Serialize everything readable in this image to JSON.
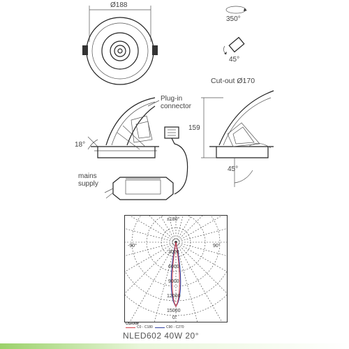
{
  "dimensions": {
    "diameter": "Ø188",
    "rotation": "350°",
    "tilt": "45°",
    "cutout": "Cut-out Ø170",
    "height": "159",
    "side_angle": "18°",
    "bottom_angle": "45°"
  },
  "callouts": {
    "plugin_line1": "Plug-in",
    "plugin_line2": "connector",
    "mains_line1": "mains",
    "mains_line2": "supply"
  },
  "polar": {
    "top_label": "±180°",
    "left_label": "-90°",
    "right_label": "90°",
    "bottom_label": "0°",
    "ring_labels": [
      "3000",
      "6000",
      "9000",
      "12000",
      "15000"
    ],
    "brand": "OSRAM",
    "legend": [
      "C0 - C180",
      "C90 - C270"
    ],
    "colors": {
      "c0": "#d0404a",
      "c90": "#3040a0",
      "grid": "#444444"
    }
  },
  "product": {
    "title": "NLED602 40W 20°"
  },
  "accent": "#9bd16a"
}
